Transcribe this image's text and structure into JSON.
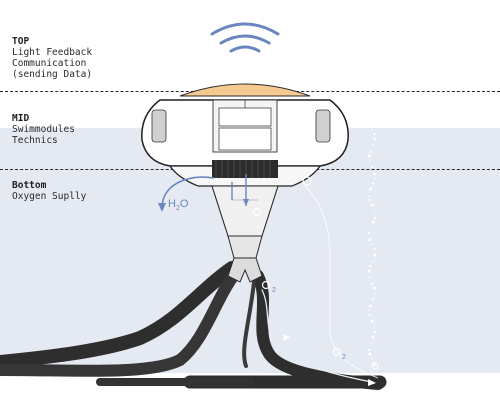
{
  "sections": {
    "top": {
      "title": "TOP",
      "lines": [
        "Light Feedback",
        "Communication",
        "(sending Data)"
      ]
    },
    "mid": {
      "title": "MID",
      "lines": [
        "Swimmodules",
        "Technics"
      ]
    },
    "bottom": {
      "title": "Bottom",
      "lines": [
        "Oxygen Suplly"
      ]
    }
  },
  "labels": {
    "water_in": "H",
    "water_in_sub": "2",
    "water_in_tail": "O",
    "bubble_sub": "2"
  },
  "colors": {
    "water": "#e5e9f2",
    "accent_blue": "#6b85c0",
    "dome_top": "#f5c990",
    "tube": "#2e2e2e"
  },
  "icons": {
    "signal": "wifi-signal-icon"
  }
}
